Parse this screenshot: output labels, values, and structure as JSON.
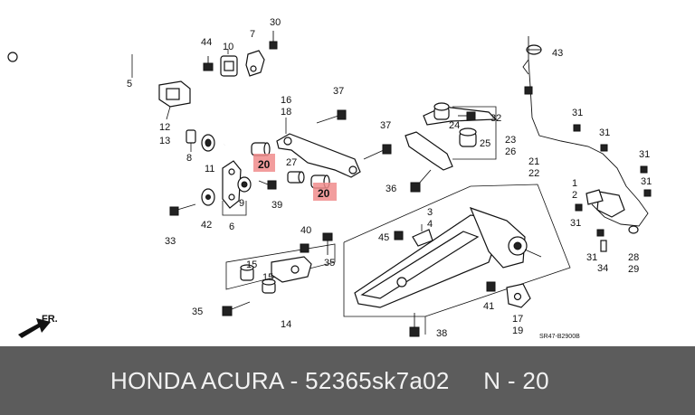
{
  "caption": {
    "brand": "HONDA ACURA",
    "separator": "-",
    "part_number": "52365sk7a02",
    "ref_prefix": "N",
    "ref_separator": "-",
    "ref_number": "20"
  },
  "diagram": {
    "code": "SR47-B2900B",
    "front_marker": "FR.",
    "highlight_color": "#f08c8c",
    "highlight_label": "20",
    "labels": {
      "l1": "1",
      "l2": "2",
      "l3": "3",
      "l4": "4",
      "l5": "5",
      "l6": "6",
      "l7": "7",
      "l8": "8",
      "l9": "9",
      "l10": "10",
      "l11": "11",
      "l12": "12",
      "l13": "13",
      "l14": "14",
      "l15a": "15",
      "l15b": "15",
      "l16": "16",
      "l17": "17",
      "l18": "18",
      "l19": "19",
      "l21": "21",
      "l22": "22",
      "l23": "23",
      "l24": "24",
      "l25": "25",
      "l26": "26",
      "l27": "27",
      "l28": "28",
      "l29": "29",
      "l30": "30",
      "l31a": "31",
      "l31b": "31",
      "l31c": "31",
      "l31d": "31",
      "l31e": "31",
      "l31f": "31",
      "l32": "32",
      "l33": "33",
      "l34": "34",
      "l35a": "35",
      "l35b": "35",
      "l36": "36",
      "l37a": "37",
      "l37b": "37",
      "l38": "38",
      "l39": "39",
      "l40": "40",
      "l41": "41",
      "l42": "42",
      "l43": "43",
      "l44": "44",
      "l45": "45"
    }
  }
}
